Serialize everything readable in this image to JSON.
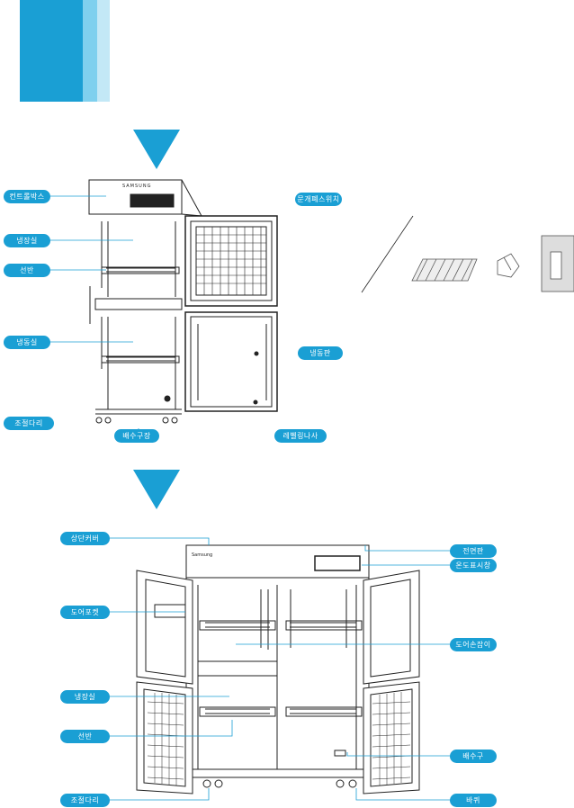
{
  "colors": {
    "accent": "#1a9fd4",
    "accent_light": "#7fd0ee",
    "accent_pale": "#c3e8f6",
    "line": "#222222"
  },
  "unit1": {
    "brand_label": "SAMSUNG",
    "labels_left": [
      "컨트롤박스",
      "냉장실",
      "선반",
      "냉동실",
      "조절다리"
    ],
    "labels_right": [
      "문개폐스위치",
      "냉동판"
    ],
    "labels_bottom": [
      "배수구장",
      "레벨링나사"
    ]
  },
  "unit2": {
    "brand_label": "Samsung",
    "labels_left": [
      "상단커버",
      "도어포켓",
      "냉장실",
      "선반",
      "조절다리"
    ],
    "labels_right": [
      "전면판",
      "온도표시창",
      "도어손잡이",
      "배수구",
      "바퀴"
    ]
  },
  "accessory_icons": [
    "shelf-grid-icon",
    "bracket-icon",
    "manual-booklet-icon"
  ]
}
